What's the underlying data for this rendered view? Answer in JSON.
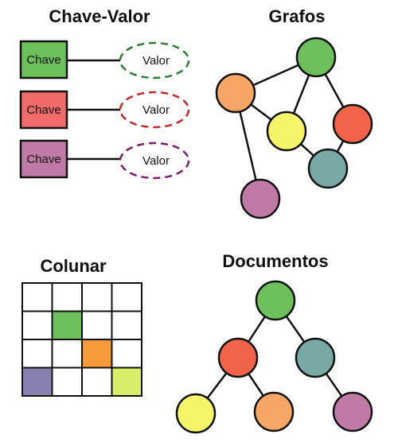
{
  "sections": {
    "key_value": {
      "title": "Chave-Valor",
      "pairs": [
        {
          "key": "Chave",
          "value": "Valor",
          "color": "#6dbf5b",
          "value_outline": "#2e7d32"
        },
        {
          "key": "Chave",
          "value": "Valor",
          "color": "#f26a6a",
          "value_outline": "#c62828"
        },
        {
          "key": "Chave",
          "value": "Valor",
          "color": "#c07aa6",
          "value_outline": "#7b1f6a"
        }
      ]
    },
    "graphs": {
      "title": "Grafos",
      "nodes": [
        {
          "id": "green",
          "color": "#6dbf5b"
        },
        {
          "id": "orange",
          "color": "#f7a666"
        },
        {
          "id": "yellow",
          "color": "#f5f56a"
        },
        {
          "id": "red",
          "color": "#f2644a"
        },
        {
          "id": "teal",
          "color": "#79a9a4"
        },
        {
          "id": "purple",
          "color": "#c07aa6"
        }
      ],
      "edges": [
        [
          "green",
          "orange"
        ],
        [
          "green",
          "yellow"
        ],
        [
          "green",
          "red"
        ],
        [
          "orange",
          "yellow"
        ],
        [
          "orange",
          "purple"
        ],
        [
          "yellow",
          "teal"
        ],
        [
          "red",
          "teal"
        ]
      ]
    },
    "columnar": {
      "title": "Colunar",
      "rows": 4,
      "cols": 4,
      "filled_cells": [
        {
          "row": 1,
          "col": 1,
          "color": "#6dbf5b"
        },
        {
          "row": 2,
          "col": 2,
          "color": "#f79a3a"
        },
        {
          "row": 3,
          "col": 0,
          "color": "#8a7fb3"
        },
        {
          "row": 3,
          "col": 3,
          "color": "#d8ec6a"
        }
      ]
    },
    "documents": {
      "title": "Documentos",
      "nodes": [
        {
          "id": "root",
          "color": "#6dbf5b"
        },
        {
          "id": "left",
          "color": "#f2644a"
        },
        {
          "id": "right",
          "color": "#79a9a4"
        },
        {
          "id": "ll",
          "color": "#f5f56a"
        },
        {
          "id": "lr",
          "color": "#f7a666"
        },
        {
          "id": "rr",
          "color": "#c07aa6"
        }
      ],
      "edges": [
        [
          "root",
          "left"
        ],
        [
          "root",
          "right"
        ],
        [
          "left",
          "ll"
        ],
        [
          "left",
          "lr"
        ],
        [
          "right",
          "rr"
        ]
      ]
    }
  }
}
